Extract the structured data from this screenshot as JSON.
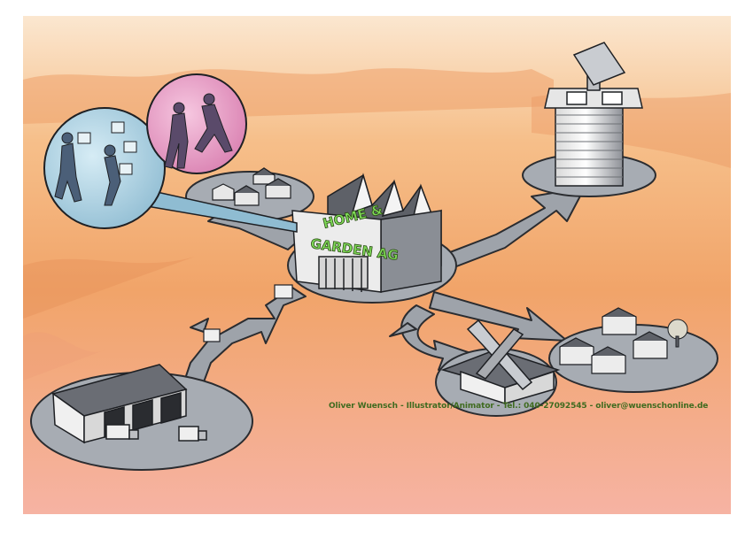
{
  "factory": {
    "sign_line1": "HOME &",
    "sign_line2": "GARDEN AG"
  },
  "credit": {
    "text": "Oliver Wuensch - Illustrator/Animator - Tel.: 040-27092545 - oliver@wuenschonline.de"
  },
  "colors": {
    "sky_top": "#f9d9b8",
    "sky_mid": "#f2a56a",
    "sky_bottom": "#f7b9a6",
    "road": "#9ea3aa",
    "road_edge": "#2a2c30",
    "building_light": "#ececec",
    "building_dark": "#5a5d63",
    "sign_green": "#7ed957",
    "bubble_blue": "#a9cfe0",
    "bubble_pink": "#e79ac4"
  }
}
